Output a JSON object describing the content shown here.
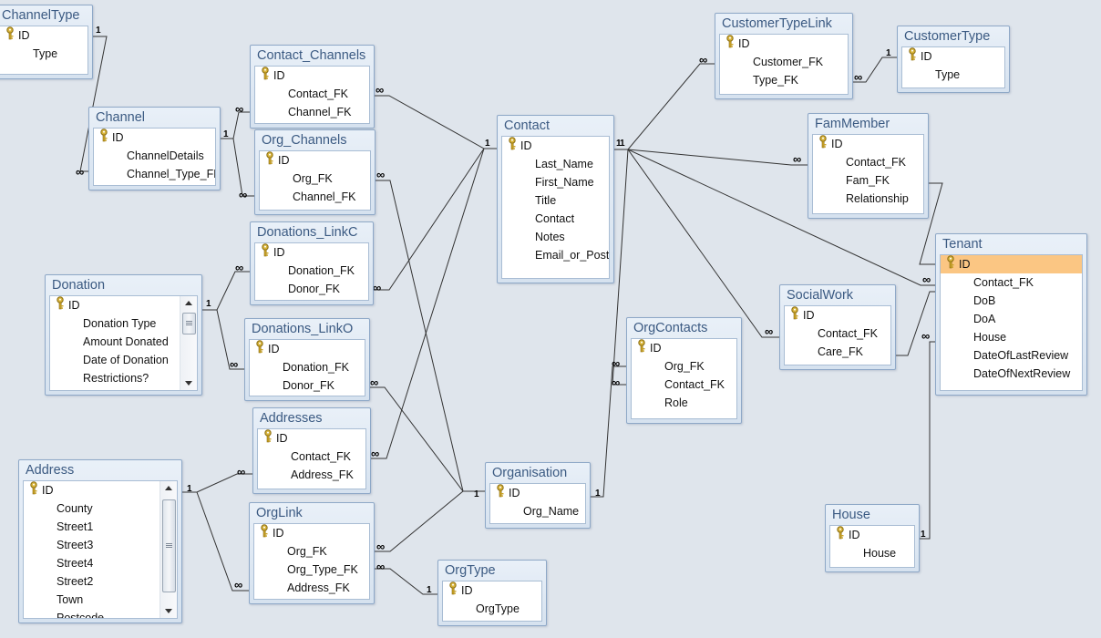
{
  "tables": {
    "channeltype": {
      "title": "ChannelType",
      "fields": [
        "ID",
        "Type"
      ]
    },
    "channel": {
      "title": "Channel",
      "fields": [
        "ID",
        "ChannelDetails",
        "Channel_Type_FK"
      ]
    },
    "contact_channels": {
      "title": "Contact_Channels",
      "fields": [
        "ID",
        "Contact_FK",
        "Channel_FK"
      ]
    },
    "org_channels": {
      "title": "Org_Channels",
      "fields": [
        "ID",
        "Org_FK",
        "Channel_FK"
      ]
    },
    "donations_linkc": {
      "title": "Donations_LinkC",
      "fields": [
        "ID",
        "Donation_FK",
        "Donor_FK"
      ]
    },
    "donation": {
      "title": "Donation",
      "fields": [
        "ID",
        "Donation Type",
        "Amount Donated",
        "Date of Donation",
        "Restrictions?"
      ]
    },
    "donations_linko": {
      "title": "Donations_LinkO",
      "fields": [
        "ID",
        "Donation_FK",
        "Donor_FK"
      ]
    },
    "addresses": {
      "title": "Addresses",
      "fields": [
        "ID",
        "Contact_FK",
        "Address_FK"
      ]
    },
    "address": {
      "title": "Address",
      "fields": [
        "ID",
        "County",
        "Street1",
        "Street3",
        "Street4",
        "Street2",
        "Town",
        "Postcode"
      ]
    },
    "orglink": {
      "title": "OrgLink",
      "fields": [
        "ID",
        "Org_FK",
        "Org_Type_FK",
        "Address_FK"
      ]
    },
    "orgtype": {
      "title": "OrgType",
      "fields": [
        "ID",
        "OrgType"
      ]
    },
    "contact": {
      "title": "Contact",
      "fields": [
        "ID",
        "Last_Name",
        "First_Name",
        "Title",
        "Contact",
        "Notes",
        "Email_or_Post"
      ]
    },
    "organisation": {
      "title": "Organisation",
      "fields": [
        "ID",
        "Org_Name"
      ]
    },
    "orgcontacts": {
      "title": "OrgContacts",
      "fields": [
        "ID",
        "Org_FK",
        "Contact_FK",
        "Role"
      ]
    },
    "customertypelink": {
      "title": "CustomerTypeLink",
      "fields": [
        "ID",
        "Customer_FK",
        "Type_FK"
      ]
    },
    "customertype": {
      "title": "CustomerType",
      "fields": [
        "ID",
        "Type"
      ]
    },
    "fammember": {
      "title": "FamMember",
      "fields": [
        "ID",
        "Contact_FK",
        "Fam_FK",
        "Relationship"
      ]
    },
    "socialwork": {
      "title": "SocialWork",
      "fields": [
        "ID",
        "Contact_FK",
        "Care_FK"
      ]
    },
    "tenant": {
      "title": "Tenant",
      "fields": [
        "ID",
        "Contact_FK",
        "DoB",
        "DoA",
        "House",
        "DateOfLastReview",
        "DateOfNextReview"
      ]
    },
    "house": {
      "title": "House",
      "fields": [
        "ID",
        "House"
      ]
    }
  },
  "cardinality": {
    "one": "1",
    "many": "∞"
  },
  "colors": {
    "background": "#dfe5ec",
    "title_text": "#3b5a82",
    "border": "#8ea8c7",
    "selected_row": "#fbc683",
    "key_icon": "#c9a227"
  },
  "icons": {
    "primary_key": "key-icon",
    "scroll_up": "scroll-up-arrow-icon",
    "scroll_down": "scroll-down-arrow-icon"
  }
}
